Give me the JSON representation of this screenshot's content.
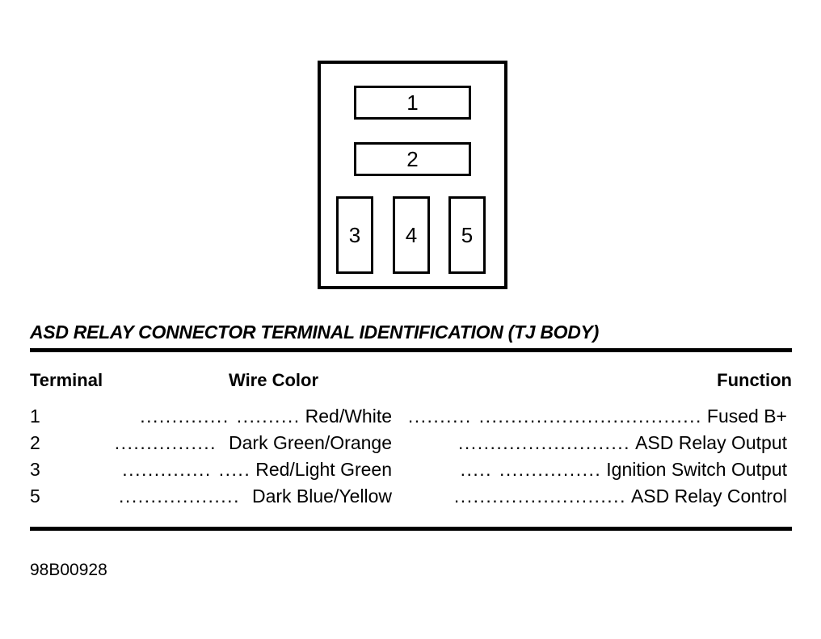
{
  "diagram": {
    "name": "asd-relay-connector",
    "terminals": [
      {
        "number": "1",
        "shape": "wide"
      },
      {
        "number": "2",
        "shape": "wide"
      },
      {
        "number": "3",
        "shape": "tall"
      },
      {
        "number": "4",
        "shape": "tall"
      },
      {
        "number": "5",
        "shape": "tall"
      }
    ]
  },
  "title": "ASD RELAY CONNECTOR TERMINAL IDENTIFICATION (TJ BODY)",
  "table": {
    "headers": {
      "terminal": "Terminal",
      "wire_color": "Wire Color",
      "function": "Function"
    },
    "rows": [
      {
        "terminal": "1",
        "leader_wire_a": "..............",
        "leader_wire_b": "..........",
        "wire_color": "Red/White",
        "leader_fn_a": "..........",
        "leader_fn_b": "...................................",
        "function": "Fused B+"
      },
      {
        "terminal": "2",
        "leader_wire_a": "................",
        "leader_wire_b": "",
        "wire_color": "Dark Green/Orange",
        "leader_fn_a": "",
        "leader_fn_b": "...........................",
        "function": "ASD Relay Output"
      },
      {
        "terminal": "3",
        "leader_wire_a": "..............",
        "leader_wire_b": ".....",
        "wire_color": "Red/Light Green",
        "leader_fn_a": ".....",
        "leader_fn_b": "................",
        "function": "Ignition Switch Output"
      },
      {
        "terminal": "5",
        "leader_wire_a": "...................",
        "leader_wire_b": "",
        "wire_color": "Dark Blue/Yellow",
        "leader_fn_a": "",
        "leader_fn_b": "...........................",
        "function": "ASD Relay Control"
      }
    ]
  },
  "footer": {
    "code": "98B00928"
  },
  "colors": {
    "ink": "#000000",
    "paper": "#ffffff"
  }
}
